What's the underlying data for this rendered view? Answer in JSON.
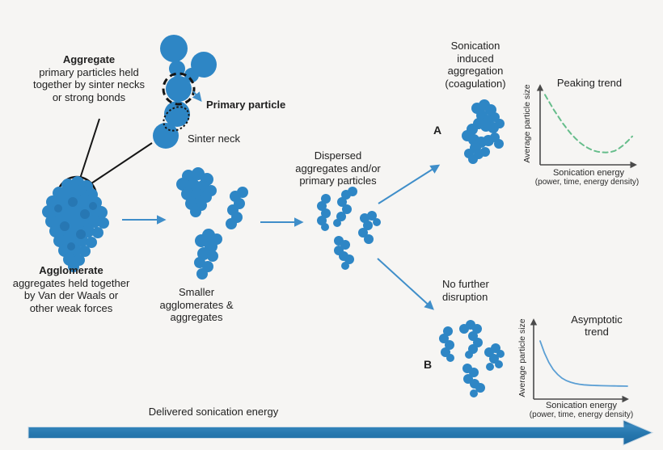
{
  "colors": {
    "particle_blue": "#2e86c5",
    "particle_blue_dark": "#2777b3",
    "arrow_blue": "#3f8ec9",
    "big_arrow_blue": "#2276af",
    "peaking_green": "#66bd8b",
    "asymptotic_blue": "#5b9fd4",
    "axis_gray": "#4a4a4a",
    "annotation_black": "#151515",
    "text": "#1f1f1f",
    "background": "#f6f5f3"
  },
  "labels": {
    "aggregate": {
      "title": "Aggregate",
      "lines": [
        "primary particles held",
        "together by sinter necks",
        "or strong bonds"
      ]
    },
    "primary_particle": "Primary particle",
    "sinter_neck": "Sinter neck",
    "agglomerate": {
      "title": "Agglomerate",
      "lines": [
        "aggregates held together",
        "by Van der Waals or",
        "other weak forces"
      ]
    },
    "smaller": {
      "lines": [
        "Smaller",
        "agglomerates &",
        "aggregates"
      ]
    },
    "dispersed": {
      "lines": [
        "Dispersed",
        "aggregates and/or",
        "primary particles"
      ]
    },
    "branch_a": {
      "letter": "A",
      "lines": [
        "Sonication",
        "induced",
        "aggregation",
        "(coagulation)"
      ]
    },
    "branch_b": {
      "letter": "B",
      "lines": [
        "No further",
        "disruption"
      ]
    },
    "delivered_energy": "Delivered sonication energy"
  },
  "chart_data": [
    {
      "type": "line",
      "title": "Peaking trend",
      "ylabel": "Average particle size",
      "xlabel": "Sonication energy",
      "xlabel_sub": "(power, time, energy density)",
      "line_style": "dashed",
      "line_color": "#66bd8b",
      "xlim": [
        0,
        10
      ],
      "ylim": [
        0,
        10
      ],
      "values": [
        8.5,
        7.6,
        6.7,
        5.9,
        5.1,
        4.4,
        3.75,
        3.2,
        2.7,
        2.3,
        2.0,
        1.75,
        1.6,
        1.52,
        1.5,
        1.55,
        1.7,
        2.0,
        2.4,
        2.9,
        3.45
      ]
    },
    {
      "type": "line",
      "title": "Asymptotic trend",
      "ylabel": "Average particle size",
      "xlabel": "Sonication energy",
      "xlabel_sub": "(power, time, energy density)",
      "line_style": "solid",
      "line_color": "#5b9fd4",
      "xlim": [
        0,
        10
      ],
      "ylim": [
        0,
        10
      ],
      "values": [
        7.05,
        5.6,
        4.45,
        3.6,
        3.0,
        2.55,
        2.25,
        2.05,
        1.9,
        1.8,
        1.74,
        1.7,
        1.67,
        1.65,
        1.63,
        1.62,
        1.61,
        1.6,
        1.59,
        1.58,
        1.57
      ]
    }
  ]
}
